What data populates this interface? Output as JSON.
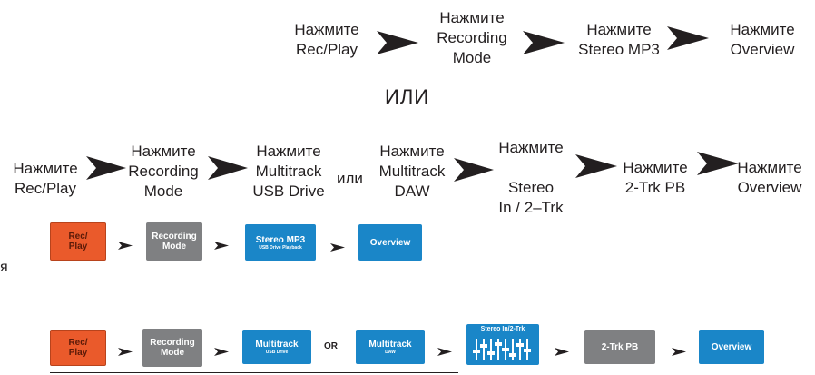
{
  "row1": {
    "steps": [
      "Нажмите\nRec/Play",
      "Нажмите\nRecording\nMode",
      "Нажмите\nStereo MP3",
      "Нажмите\nOverview"
    ]
  },
  "ili": "ИЛИ",
  "row2": {
    "steps": [
      "Нажмите\nRec/Play",
      "Нажмите\nRecording\nMode",
      "Нажмите\nMultitrack\nUSB Drive",
      "Нажмите\nMultitrack\nDAW",
      "Нажмите\n\nStereo\nIn / 2–Trk",
      "Нажмите\n2-Trk PB",
      "Нажмите\nOverview"
    ],
    "or": "или"
  },
  "side_char": "я",
  "buttons1": {
    "rec": "Rec/\nPlay",
    "recording": "Recording\nMode",
    "stereo_mp3": "Stereo MP3",
    "stereo_mp3_sub": "USB Drive Playback",
    "overview": "Overview"
  },
  "buttons2": {
    "rec": "Rec/\nPlay",
    "recording": "Recording\nMode",
    "multitrack_usb": "Multitrack",
    "multitrack_usb_sub": "USB Drive",
    "or": "OR",
    "multitrack_daw": "Multitrack",
    "multitrack_daw_sub": "DAW",
    "stereo_in": "Stereo In/2-Trk",
    "pb": "2-Trk PB",
    "overview": "Overview"
  },
  "colors": {
    "rec": "#ea5a2b",
    "gray": "#7f8082",
    "blue": "#1a86c8",
    "text": "#231f20"
  }
}
